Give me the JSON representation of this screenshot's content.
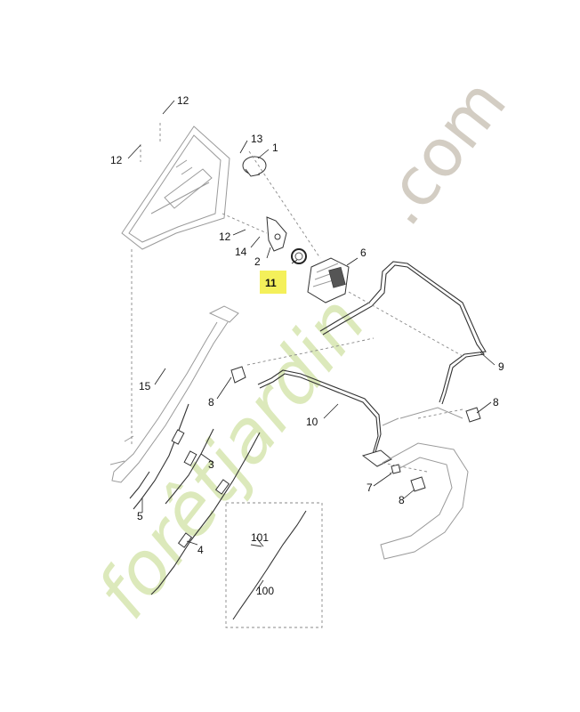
{
  "watermark": {
    "brand_main": "forêtjardin",
    "brand_suffix": ".com",
    "color_green": "#d7e6b0",
    "color_orange": "#f2c79c",
    "color_grey": "#cfc8bd"
  },
  "highlight_color": "#f4f05a",
  "callouts": {
    "c12a": "12",
    "c12b": "12",
    "c13": "13",
    "c1": "1",
    "c12c": "12",
    "c14": "14",
    "c2": "2",
    "c11": "11",
    "c6": "6",
    "c9": "9",
    "c15": "15",
    "c8a": "8",
    "c10": "10",
    "c8b": "8",
    "c3": "3",
    "c5": "5",
    "c7": "7",
    "c8c": "8",
    "c4": "4",
    "c101": "101",
    "c100": "100"
  }
}
